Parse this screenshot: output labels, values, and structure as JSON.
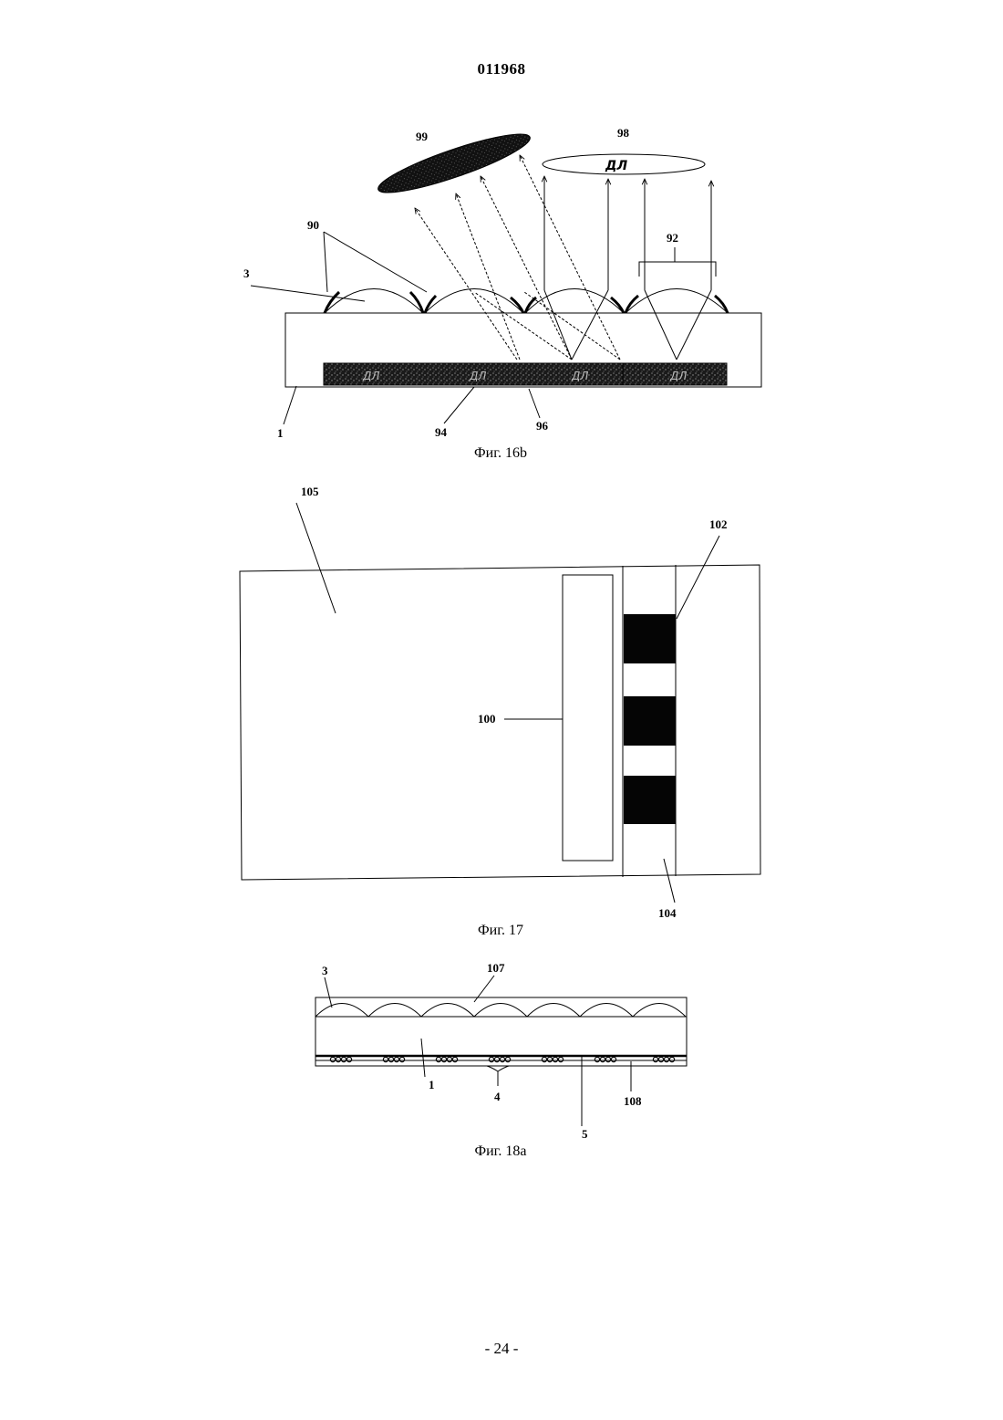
{
  "header": {
    "doc_number": "011968"
  },
  "footer": {
    "page_number": "- 24 -"
  },
  "fig16b": {
    "caption": "Фиг. 16b",
    "labels": {
      "l99": "99",
      "l98": "98",
      "l90": "90",
      "l92": "92",
      "l3": "3",
      "l1": "1",
      "l94": "94",
      "l96": "96"
    }
  },
  "fig17": {
    "caption": "Фиг. 17",
    "labels": {
      "l105": "105",
      "l102": "102",
      "l100": "100",
      "l104": "104"
    }
  },
  "fig18a": {
    "caption": "Фиг. 18a",
    "labels": {
      "l3": "3",
      "l107": "107",
      "l1": "1",
      "l4": "4",
      "l108": "108",
      "l5": "5"
    }
  }
}
